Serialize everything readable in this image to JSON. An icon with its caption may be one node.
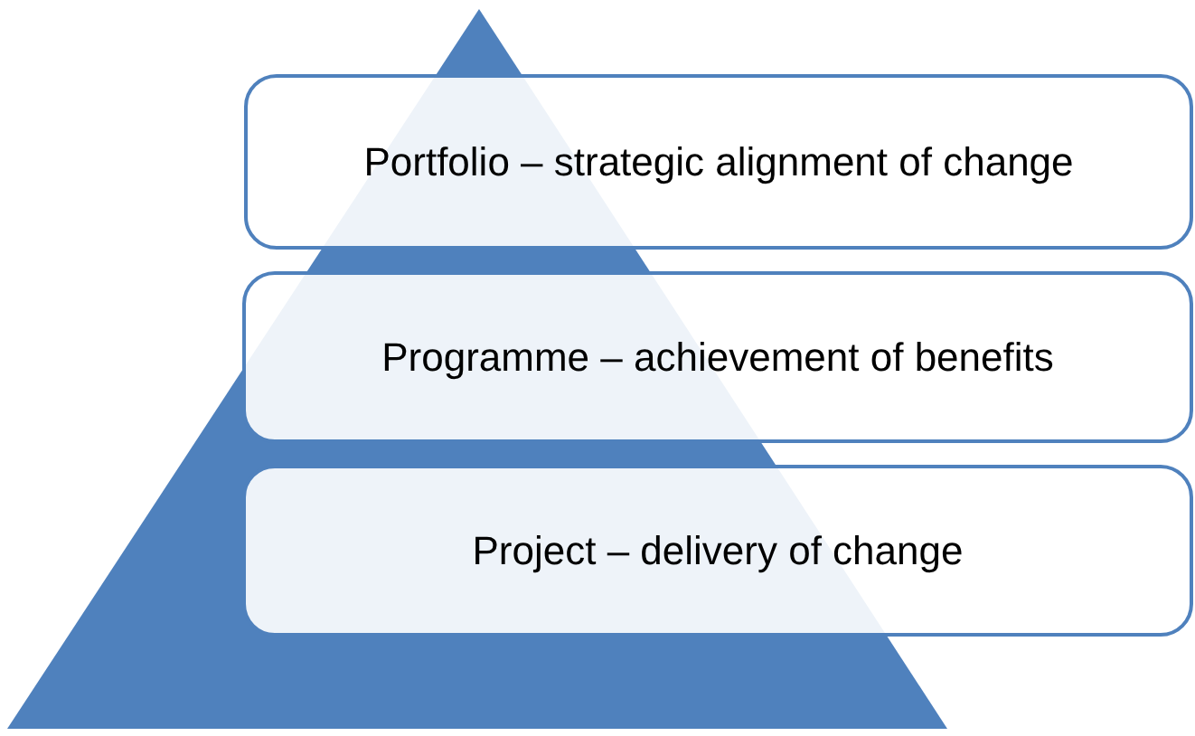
{
  "diagram": {
    "nodes": [
      {
        "text": [
          "Portfolio – strategic alignment of change"
        ]
      },
      {
        "text": [
          "Programme – achievement of benefits"
        ]
      },
      {
        "text": [
          "Project – delivery of change"
        ]
      }
    ]
  }
}
